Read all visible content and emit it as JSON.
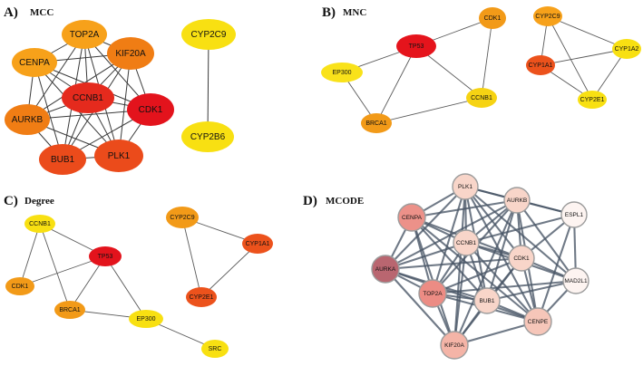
{
  "panels": [
    {
      "id": "A",
      "letter": "A)",
      "title": "MCC",
      "nodes": [
        {
          "id": "TOP2A",
          "label": "TOP2A",
          "color": "#f7a11a"
        },
        {
          "id": "CENPA",
          "label": "CENPA",
          "color": "#f7a11a"
        },
        {
          "id": "KIF20A",
          "label": "KIF20A",
          "color": "#f07d14"
        },
        {
          "id": "CCNB1",
          "label": "CCNB1",
          "color": "#e52a1d"
        },
        {
          "id": "CDK1",
          "label": "CDK1",
          "color": "#e3131c"
        },
        {
          "id": "AURKB",
          "label": "AURKB",
          "color": "#f07d14"
        },
        {
          "id": "BUB1",
          "label": "BUB1",
          "color": "#eb4b1b"
        },
        {
          "id": "PLK1",
          "label": "PLK1",
          "color": "#eb4b1b"
        },
        {
          "id": "CYP2C9",
          "label": "CYP2C9",
          "color": "#f8e012"
        },
        {
          "id": "CYP2B6",
          "label": "CYP2B6",
          "color": "#f8e012"
        }
      ],
      "edges": [
        [
          "TOP2A",
          "CENPA"
        ],
        [
          "TOP2A",
          "KIF20A"
        ],
        [
          "TOP2A",
          "CCNB1"
        ],
        [
          "TOP2A",
          "CDK1"
        ],
        [
          "TOP2A",
          "AURKB"
        ],
        [
          "TOP2A",
          "BUB1"
        ],
        [
          "TOP2A",
          "PLK1"
        ],
        [
          "CENPA",
          "KIF20A"
        ],
        [
          "CENPA",
          "CCNB1"
        ],
        [
          "CENPA",
          "CDK1"
        ],
        [
          "CENPA",
          "AURKB"
        ],
        [
          "CENPA",
          "BUB1"
        ],
        [
          "CENPA",
          "PLK1"
        ],
        [
          "KIF20A",
          "CCNB1"
        ],
        [
          "KIF20A",
          "CDK1"
        ],
        [
          "KIF20A",
          "AURKB"
        ],
        [
          "KIF20A",
          "BUB1"
        ],
        [
          "KIF20A",
          "PLK1"
        ],
        [
          "CCNB1",
          "CDK1"
        ],
        [
          "CCNB1",
          "AURKB"
        ],
        [
          "CCNB1",
          "BUB1"
        ],
        [
          "CCNB1",
          "PLK1"
        ],
        [
          "CDK1",
          "AURKB"
        ],
        [
          "CDK1",
          "BUB1"
        ],
        [
          "CDK1",
          "PLK1"
        ],
        [
          "AURKB",
          "BUB1"
        ],
        [
          "AURKB",
          "PLK1"
        ],
        [
          "BUB1",
          "PLK1"
        ],
        [
          "CYP2C9",
          "CYP2B6"
        ]
      ]
    },
    {
      "id": "B",
      "letter": "B)",
      "title": "MNC",
      "nodes": [
        {
          "id": "CDK1",
          "label": "CDK1",
          "color": "#f29a18"
        },
        {
          "id": "TP53",
          "label": "TP53",
          "color": "#e5141c"
        },
        {
          "id": "EP300",
          "label": "EP300",
          "color": "#f9e21a"
        },
        {
          "id": "CCNB1",
          "label": "CCNB1",
          "color": "#f6d313"
        },
        {
          "id": "BRCA1",
          "label": "BRCA1",
          "color": "#f29a18"
        },
        {
          "id": "CYP2C9",
          "label": "CYP2C9",
          "color": "#f7a11a"
        },
        {
          "id": "CYP1A1",
          "label": "CYP1A1",
          "color": "#ec521c"
        },
        {
          "id": "CYP1A2",
          "label": "CYP1A2",
          "color": "#f8e012"
        },
        {
          "id": "CYP2E1",
          "label": "CYP2E1",
          "color": "#f8e012"
        }
      ],
      "edges": [
        [
          "TP53",
          "CDK1"
        ],
        [
          "TP53",
          "EP300"
        ],
        [
          "TP53",
          "CCNB1"
        ],
        [
          "TP53",
          "BRCA1"
        ],
        [
          "CDK1",
          "CCNB1"
        ],
        [
          "EP300",
          "BRCA1"
        ],
        [
          "BRCA1",
          "CCNB1"
        ],
        [
          "CYP2C9",
          "CYP1A1"
        ],
        [
          "CYP2C9",
          "CYP1A2"
        ],
        [
          "CYP2C9",
          "CYP2E1"
        ],
        [
          "CYP1A1",
          "CYP1A2"
        ],
        [
          "CYP1A1",
          "CYP2E1"
        ],
        [
          "CYP1A2",
          "CYP2E1"
        ]
      ]
    },
    {
      "id": "C",
      "letter": "C)",
      "title": "Degree",
      "nodes": [
        {
          "id": "CCNB1",
          "label": "CCNB1",
          "color": "#f8e012"
        },
        {
          "id": "TP53",
          "label": "TP53",
          "color": "#e3131c"
        },
        {
          "id": "CDK1",
          "label": "CDK1",
          "color": "#f29a18"
        },
        {
          "id": "BRCA1",
          "label": "BRCA1",
          "color": "#f29a18"
        },
        {
          "id": "EP300",
          "label": "EP300",
          "color": "#f8e012"
        },
        {
          "id": "SRC",
          "label": "SRC",
          "color": "#f8e012"
        },
        {
          "id": "CYP2C9",
          "label": "CYP2C9",
          "color": "#f29a18"
        },
        {
          "id": "CYP1A1",
          "label": "CYP1A1",
          "color": "#ec521c"
        },
        {
          "id": "CYP2E1",
          "label": "CYP2E1",
          "color": "#ec521c"
        }
      ],
      "edges": [
        [
          "CCNB1",
          "TP53"
        ],
        [
          "CCNB1",
          "CDK1"
        ],
        [
          "CCNB1",
          "BRCA1"
        ],
        [
          "TP53",
          "CDK1"
        ],
        [
          "TP53",
          "BRCA1"
        ],
        [
          "TP53",
          "EP300"
        ],
        [
          "BRCA1",
          "EP300"
        ],
        [
          "EP300",
          "SRC"
        ],
        [
          "CYP2C9",
          "CYP1A1"
        ],
        [
          "CYP2C9",
          "CYP2E1"
        ],
        [
          "CYP1A1",
          "CYP2E1"
        ]
      ]
    },
    {
      "id": "D",
      "letter": "D)",
      "title": "MCODE",
      "nodes": [
        {
          "id": "PLK1",
          "label": "PLK1",
          "color": "#f8d5c9"
        },
        {
          "id": "AURKB",
          "label": "AURKB",
          "color": "#f8d5c9"
        },
        {
          "id": "ESPL1",
          "label": "ESPL1",
          "color": "#fdf4f1"
        },
        {
          "id": "CENPA",
          "label": "CENPA",
          "color": "#ec9189"
        },
        {
          "id": "CCNB1",
          "label": "CCNB1",
          "color": "#f8d5c9"
        },
        {
          "id": "CDK1",
          "label": "CDK1",
          "color": "#f8d5c9"
        },
        {
          "id": "MAD2L1",
          "label": "MAD2L1",
          "color": "#fdf4f1"
        },
        {
          "id": "AURKA",
          "label": "AURKA",
          "color": "#b96670"
        },
        {
          "id": "TOP2A",
          "label": "TOP2A",
          "color": "#ec8c84"
        },
        {
          "id": "BUB1",
          "label": "BUB1",
          "color": "#f8d5c9"
        },
        {
          "id": "CENPE",
          "label": "CENPE",
          "color": "#f6c6b9"
        },
        {
          "id": "KIF20A",
          "label": "KIF20A",
          "color": "#f4b4a7"
        }
      ],
      "edges": [
        [
          "PLK1",
          "AURKB"
        ],
        [
          "PLK1",
          "ESPL1"
        ],
        [
          "PLK1",
          "CENPA"
        ],
        [
          "PLK1",
          "CCNB1"
        ],
        [
          "PLK1",
          "CDK1"
        ],
        [
          "PLK1",
          "AURKA"
        ],
        [
          "PLK1",
          "TOP2A"
        ],
        [
          "PLK1",
          "BUB1"
        ],
        [
          "PLK1",
          "CENPE"
        ],
        [
          "PLK1",
          "KIF20A"
        ],
        [
          "PLK1",
          "MAD2L1"
        ],
        [
          "AURKB",
          "ESPL1"
        ],
        [
          "AURKB",
          "CENPA"
        ],
        [
          "AURKB",
          "CCNB1"
        ],
        [
          "AURKB",
          "CDK1"
        ],
        [
          "AURKB",
          "MAD2L1"
        ],
        [
          "AURKB",
          "AURKA"
        ],
        [
          "AURKB",
          "TOP2A"
        ],
        [
          "AURKB",
          "BUB1"
        ],
        [
          "AURKB",
          "CENPE"
        ],
        [
          "AURKB",
          "KIF20A"
        ],
        [
          "ESPL1",
          "CDK1"
        ],
        [
          "ESPL1",
          "MAD2L1"
        ],
        [
          "ESPL1",
          "CCNB1"
        ],
        [
          "ESPL1",
          "CENPE"
        ],
        [
          "CENPA",
          "CCNB1"
        ],
        [
          "CENPA",
          "CDK1"
        ],
        [
          "CENPA",
          "AURKA"
        ],
        [
          "CENPA",
          "TOP2A"
        ],
        [
          "CENPA",
          "BUB1"
        ],
        [
          "CENPA",
          "CENPE"
        ],
        [
          "CENPA",
          "KIF20A"
        ],
        [
          "CCNB1",
          "CDK1"
        ],
        [
          "CCNB1",
          "AURKA"
        ],
        [
          "CCNB1",
          "TOP2A"
        ],
        [
          "CCNB1",
          "BUB1"
        ],
        [
          "CCNB1",
          "CENPE"
        ],
        [
          "CCNB1",
          "KIF20A"
        ],
        [
          "CCNB1",
          "MAD2L1"
        ],
        [
          "CDK1",
          "MAD2L1"
        ],
        [
          "CDK1",
          "AURKA"
        ],
        [
          "CDK1",
          "TOP2A"
        ],
        [
          "CDK1",
          "BUB1"
        ],
        [
          "CDK1",
          "CENPE"
        ],
        [
          "CDK1",
          "KIF20A"
        ],
        [
          "MAD2L1",
          "BUB1"
        ],
        [
          "MAD2L1",
          "CENPE"
        ],
        [
          "MAD2L1",
          "TOP2A"
        ],
        [
          "AURKA",
          "TOP2A"
        ],
        [
          "AURKA",
          "BUB1"
        ],
        [
          "AURKA",
          "CENPE"
        ],
        [
          "AURKA",
          "KIF20A"
        ],
        [
          "TOP2A",
          "BUB1"
        ],
        [
          "TOP2A",
          "CENPE"
        ],
        [
          "TOP2A",
          "KIF20A"
        ],
        [
          "BUB1",
          "CENPE"
        ],
        [
          "BUB1",
          "KIF20A"
        ],
        [
          "CENPE",
          "KIF20A"
        ]
      ]
    }
  ]
}
